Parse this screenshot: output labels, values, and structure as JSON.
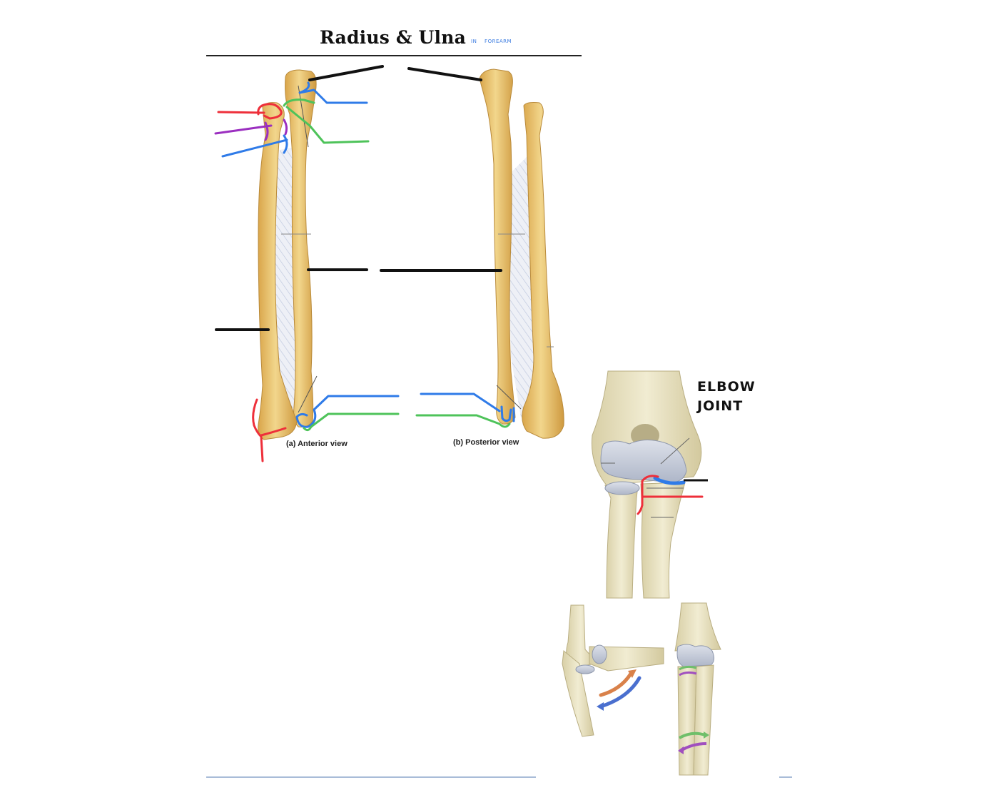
{
  "document": {
    "title": "Radius & Ulna",
    "title_note_words": [
      "IN",
      "FOREARM"
    ],
    "title_note_color": "#3a7be0"
  },
  "forearm_figure": {
    "views": [
      {
        "id": "anterior",
        "caption": "(a) Anterior view"
      },
      {
        "id": "posterior",
        "caption": "(b) Posterior view"
      }
    ],
    "bone_color": "#e8c070",
    "membrane_color": "#dfe4ef",
    "label_lines": {
      "black": "#111111",
      "blue": "#2f7be8",
      "green": "#4ec35a",
      "red": "#ee2f3a",
      "purple": "#9b2fc0"
    }
  },
  "elbow_figure": {
    "heading_lines": [
      "ELBOW",
      "JOINT"
    ],
    "bone_color": "#ece5c4",
    "cartilage_color": "#c9cfdc",
    "motion_arrows": {
      "flexion": "#d9814a",
      "extension": "#4a6fcf",
      "supination": "#6fbf6a",
      "pronation": "#a04fbf"
    }
  },
  "footer": {
    "rule_color": "#a9bcd8"
  }
}
